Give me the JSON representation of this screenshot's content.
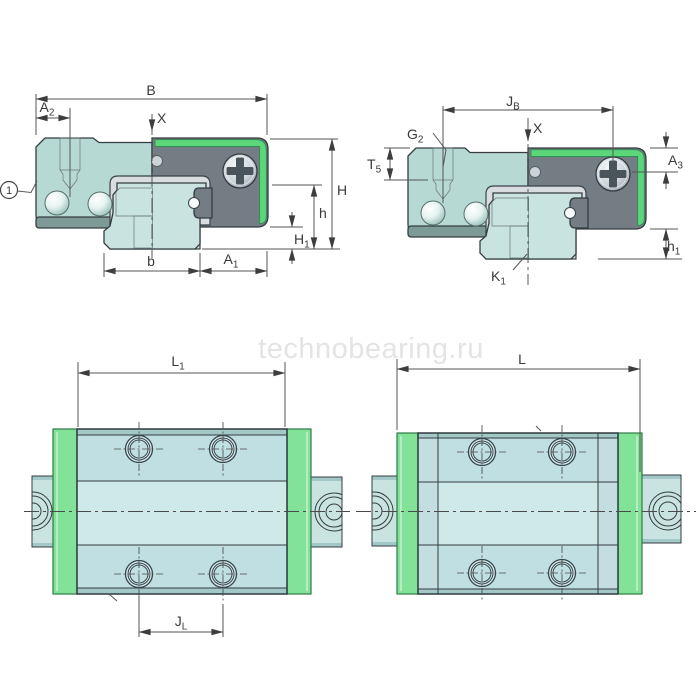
{
  "watermark": "technobearing.ru",
  "colors": {
    "carriage_teal": "#b7d9d4",
    "rail_teal": "#c9e4e0",
    "top_view_teal": "#c0dfe2",
    "mid_band_teal": "#cfe8e8",
    "end_cap_gray": "#747d84",
    "seal_green": "#5bd67b",
    "cap_green": "#82e297",
    "slot_gray": "#d6dadd",
    "outline": "#343c41",
    "dimension": "#565656",
    "watermark": "#e4e4e4"
  },
  "views": {
    "top_left": {
      "callout": "1",
      "dims": {
        "B": {
          "base": "B",
          "sub": ""
        },
        "A2": {
          "base": "A",
          "sub": "2"
        },
        "X": {
          "base": "X",
          "sub": ""
        },
        "H": {
          "base": "H",
          "sub": ""
        },
        "h": {
          "base": "h",
          "sub": ""
        },
        "H1": {
          "base": "H",
          "sub": "1"
        },
        "b": {
          "base": "b",
          "sub": ""
        },
        "A1": {
          "base": "A",
          "sub": "1"
        }
      }
    },
    "top_right": {
      "dims": {
        "JB": {
          "base": "J",
          "sub": "B"
        },
        "X": {
          "base": "X",
          "sub": ""
        },
        "G2": {
          "base": "G",
          "sub": "2"
        },
        "T5": {
          "base": "T",
          "sub": "5"
        },
        "A3": {
          "base": "A",
          "sub": "3"
        },
        "h1": {
          "base": "h",
          "sub": "1"
        },
        "K1": {
          "base": "K",
          "sub": "1"
        }
      }
    },
    "bottom_left": {
      "dims": {
        "L1": {
          "base": "L",
          "sub": "1"
        },
        "JL": {
          "base": "J",
          "sub": "L"
        }
      }
    },
    "bottom_right": {
      "dims": {
        "L": {
          "base": "L",
          "sub": ""
        }
      }
    }
  }
}
